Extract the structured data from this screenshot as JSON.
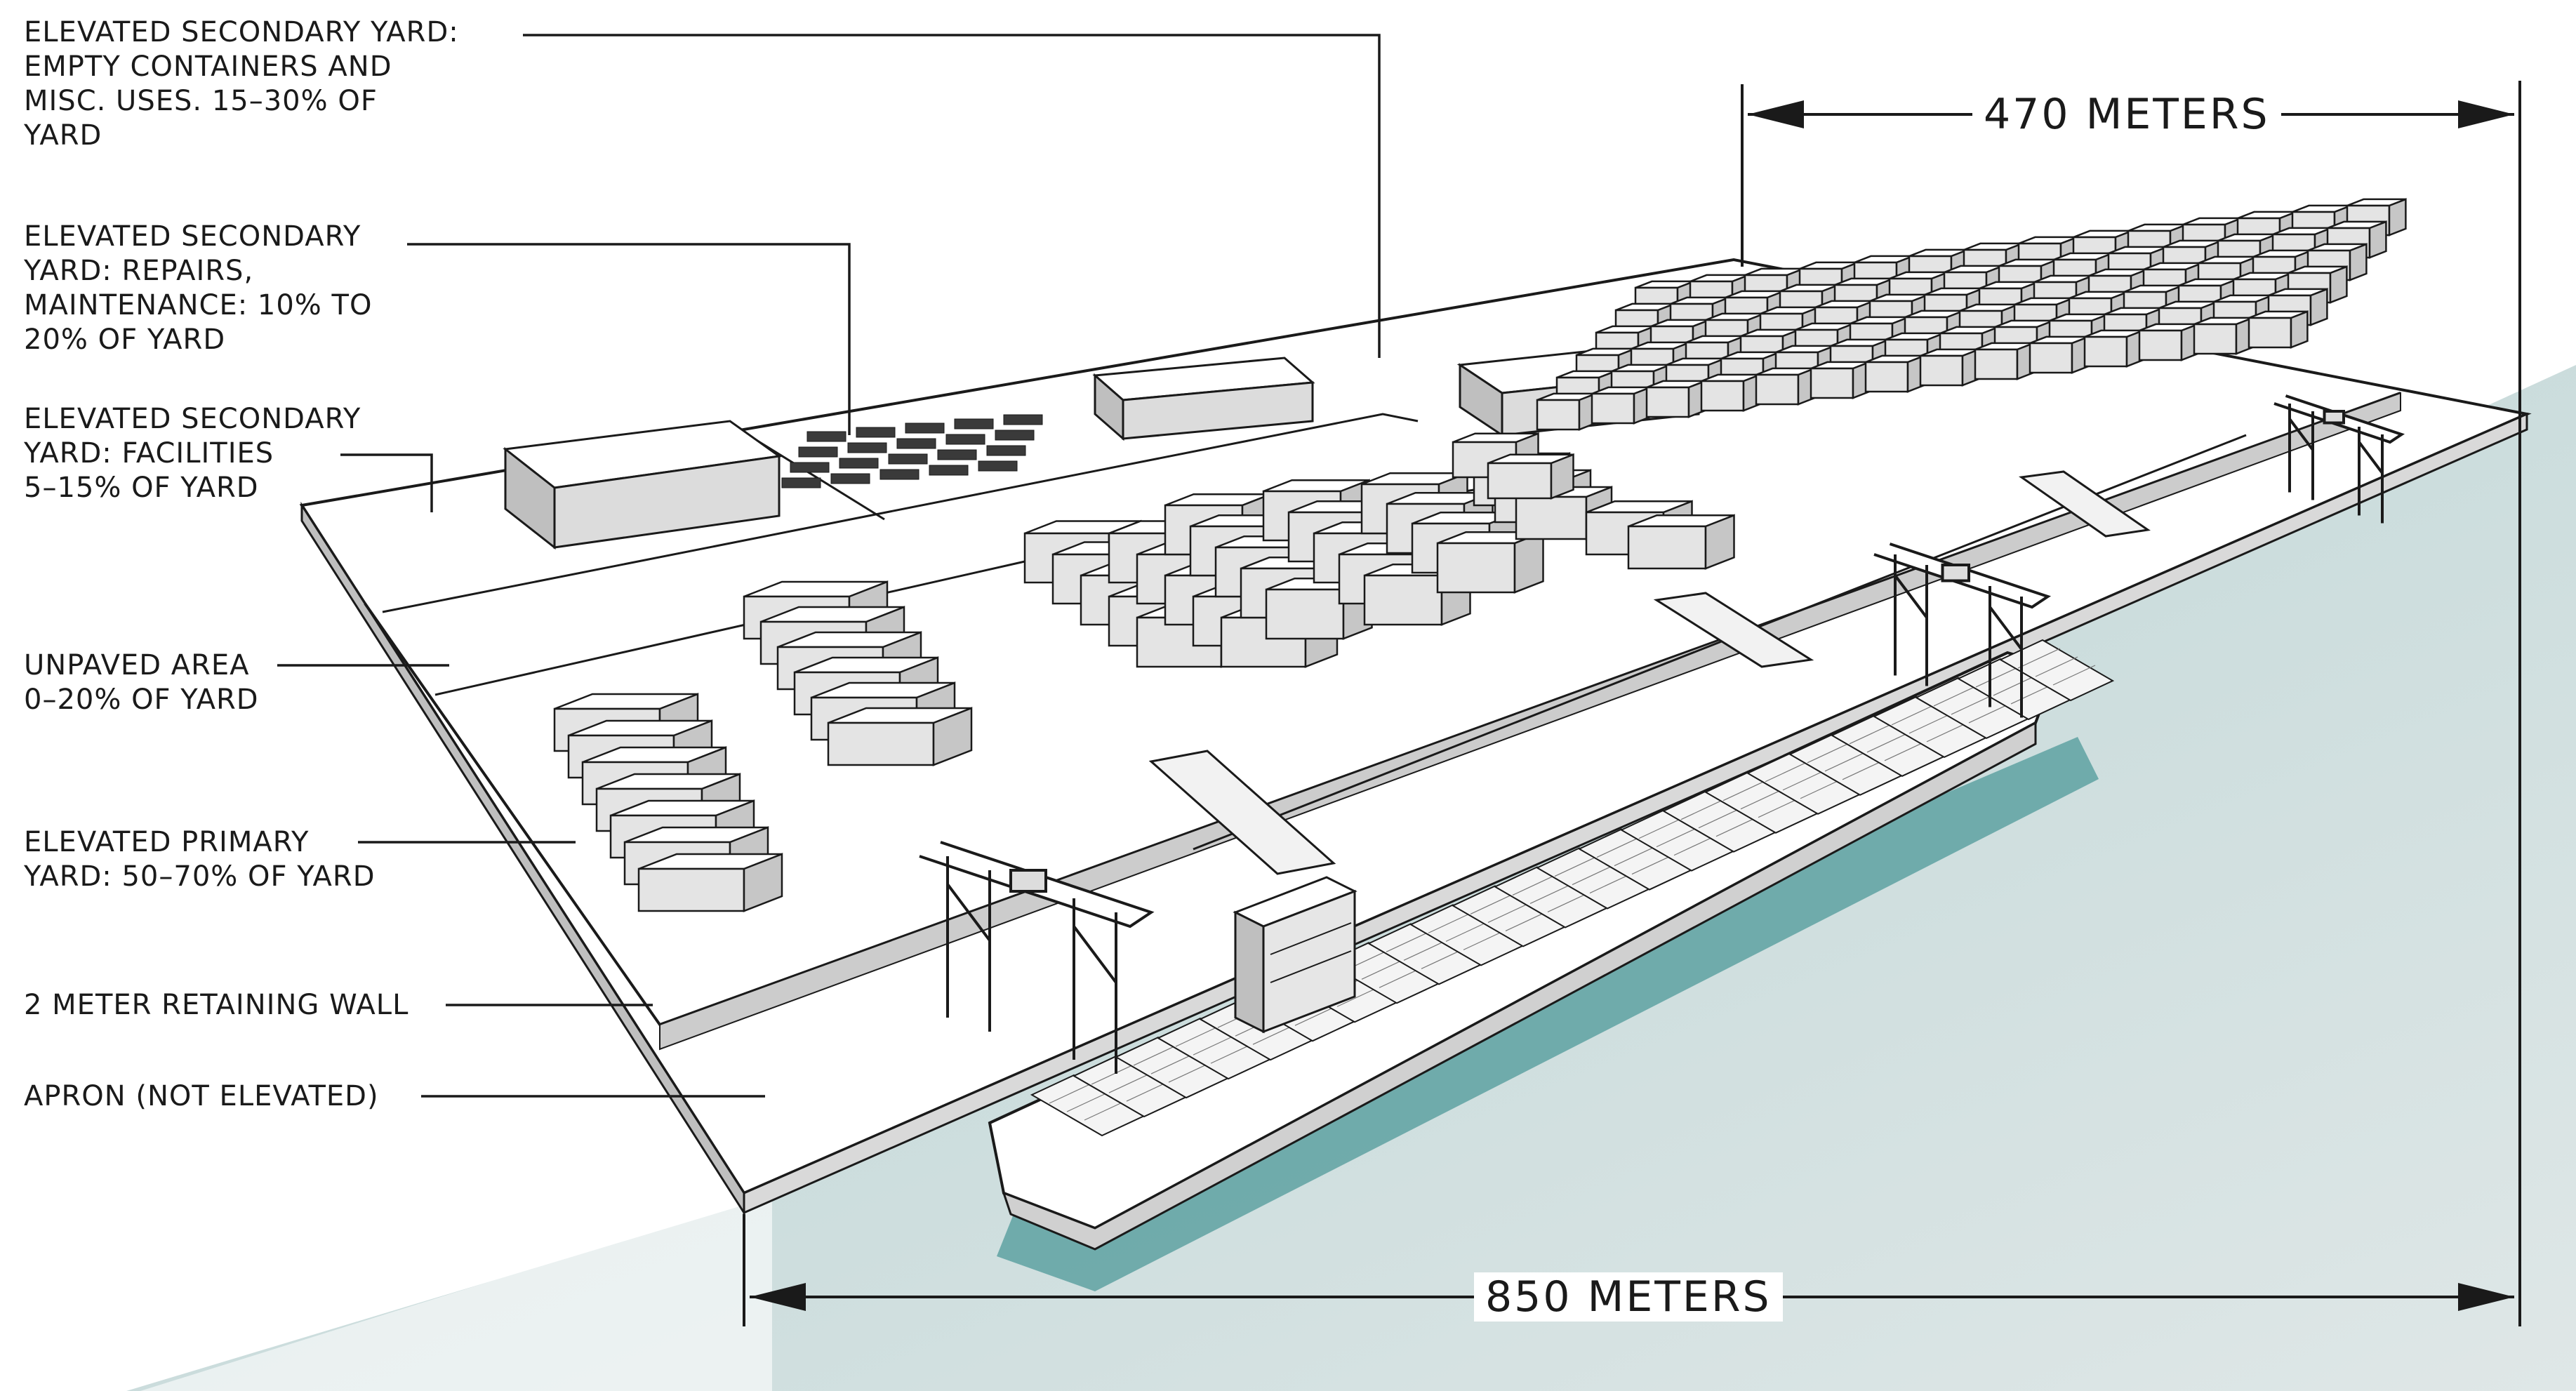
{
  "labels": {
    "empty_containers": "ELEVATED SECONDARY YARD:\nEMPTY CONTAINERS AND\nMISC. USES. 15–30% OF\nYARD",
    "repairs": "ELEVATED SECONDARY\nYARD: REPAIRS,\nMAINTENANCE: 10% TO\n20% OF YARD",
    "facilities": "ELEVATED SECONDARY\nYARD: FACILITIES\n5–15% OF YARD",
    "unpaved": "UNPAVED AREA\n0–20% OF YARD",
    "primary": "ELEVATED PRIMARY\nYARD: 50–70% OF YARD",
    "retaining_wall": "2 METER RETAINING WALL",
    "apron": "APRON (NOT ELEVATED)"
  },
  "dimensions": {
    "width": "470 METERS",
    "length": "850 METERS"
  },
  "colors": {
    "line": "#1a1a1a",
    "water": "#8fbcbc",
    "water_shadow": "#4f9999",
    "background_fade": "#e1e6e6",
    "yard": "#ffffff",
    "block_side": "#cfcfcf",
    "block_front": "#e6e6e6"
  }
}
